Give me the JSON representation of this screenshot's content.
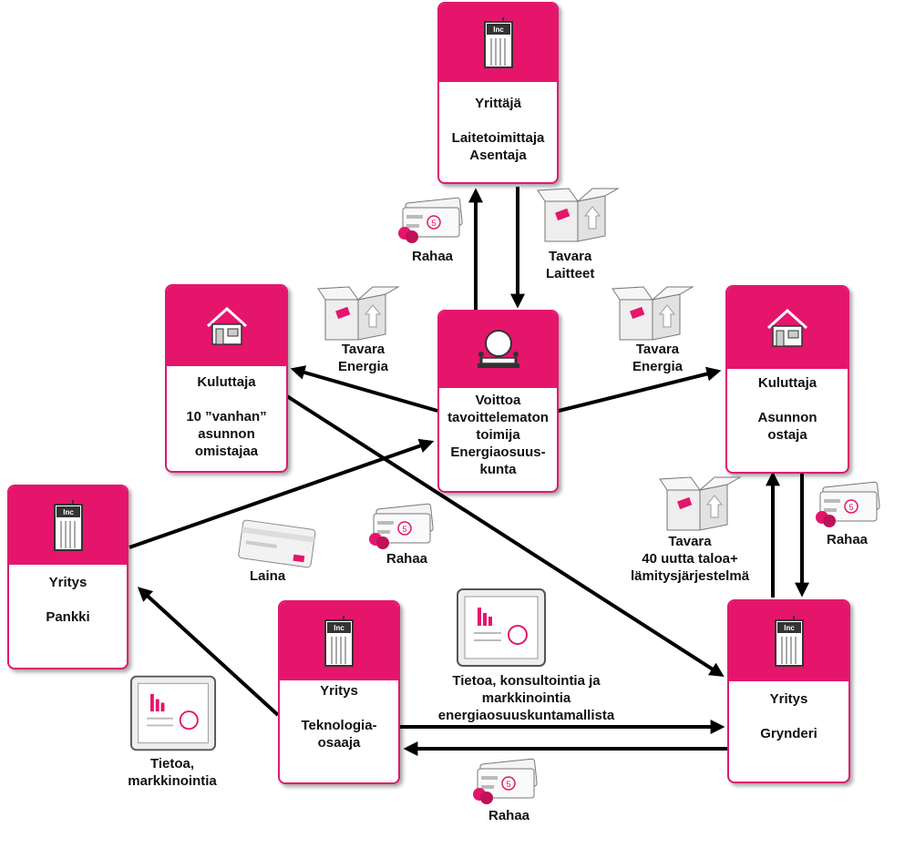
{
  "nodes": {
    "entrepreneur": {
      "lines": [
        "Yrittäjä",
        "",
        "Laitetoimittaja",
        "Asentaja"
      ],
      "icon": "building-icon"
    },
    "consumer_old": {
      "lines": [
        "Kuluttaja",
        "",
        "10 ”vanhan”",
        "asunnon",
        "omistajaa"
      ],
      "icon": "house-icon"
    },
    "cooperative": {
      "lines": [
        "Voittoa",
        "tavoittelematon",
        "toimija",
        "Energiaosuus-",
        "kunta"
      ],
      "icon": "meeting-icon"
    },
    "consumer_buyer": {
      "lines": [
        "Kuluttaja",
        "",
        "Asunnon",
        "ostaja"
      ],
      "icon": "house-icon"
    },
    "bank": {
      "lines": [
        "Yritys",
        "",
        "Pankki"
      ],
      "icon": "building-icon"
    },
    "technology": {
      "lines": [
        "Yritys",
        "",
        "Teknologia-",
        "osaaja"
      ],
      "icon": "building-icon"
    },
    "developer": {
      "lines": [
        "Yritys",
        "",
        "Grynderi"
      ],
      "icon": "building-icon"
    }
  },
  "flows": {
    "money_to_entrepreneur": [
      "Rahaa"
    ],
    "goods_devices": [
      "Tavara",
      "Laitteet"
    ],
    "energy_left": [
      "Tavara",
      "Energia"
    ],
    "energy_right": [
      "Tavara",
      "Energia"
    ],
    "loan": [
      "Laina"
    ],
    "money_middle": [
      "Rahaa"
    ],
    "houses": [
      "Tavara",
      "40 uutta taloa+",
      "lämitysjärjestelmä"
    ],
    "money_right": [
      "Rahaa"
    ],
    "consulting": [
      "Tietoa, konsultointia ja",
      "markkinointia",
      "energiaosuuskuntamallista"
    ],
    "info_marketing": [
      "Tietoa,",
      "markkinointia"
    ],
    "money_bottom": [
      "Rahaa"
    ]
  },
  "colors": {
    "accent": "#e5156c",
    "border": "#e0196f",
    "arrow": "#000000"
  }
}
